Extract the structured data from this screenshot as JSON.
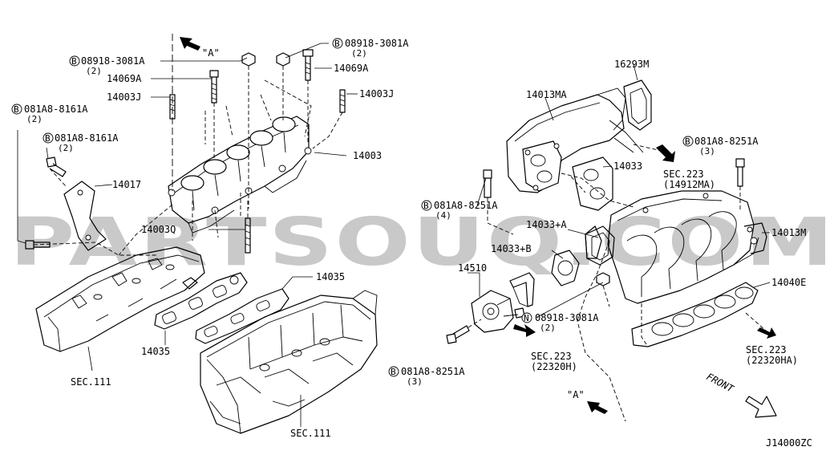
{
  "watermark": "PARTSOUQ.COM",
  "diagram_code": "J14000ZC",
  "view_marker": "\"A\"",
  "front_label": "FRONT",
  "callouts": {
    "b_08918_l": {
      "prefix": "B",
      "code": "08918-3081A",
      "qty": "(2)"
    },
    "p_14069A_l": "14069A",
    "p_14003J_l": "14003J",
    "b_081A8_8161A_1": {
      "prefix": "B",
      "code": "081A8-8161A",
      "qty": "(2)"
    },
    "b_081A8_8161A_2": {
      "prefix": "B",
      "code": "081A8-8161A",
      "qty": "(2)"
    },
    "p_14017": "14017",
    "b_08918_r": {
      "prefix": "B",
      "code": "08918-3081A",
      "qty": "(2)"
    },
    "p_14069A_r": "14069A",
    "p_14003J_r": "14003J",
    "p_14003": "14003",
    "p_14003Q": "14003Q",
    "p_14035_top": "14035",
    "p_14035_bot": "14035",
    "sec111_l": "SEC.111",
    "sec111_r": "SEC.111",
    "p_16293M": "16293M",
    "p_14013MA": "14013MA",
    "b_081A8_8251A_r": {
      "prefix": "B",
      "code": "081A8-8251A",
      "qty": "(3)"
    },
    "p_14033": "14033",
    "sec223_a": {
      "title": "SEC.223",
      "ref": "(14912MA)"
    },
    "b_081A8_8251A_l": {
      "prefix": "B",
      "code": "081A8-8251A",
      "qty": "(4)"
    },
    "p_14033A": "14033+A",
    "p_14033B": "14033+B",
    "p_14013M": "14013M",
    "p_14510": "14510",
    "p_14040E": "14040E",
    "n_08918": {
      "prefix": "N",
      "code": "08918-3081A",
      "qty": "(2)"
    },
    "b_081A8_8251A_b": {
      "prefix": "B",
      "code": "081A8-8251A",
      "qty": "(3)"
    },
    "sec223_b": {
      "title": "SEC.223",
      "ref": "(22320H)"
    },
    "sec223_c": {
      "title": "SEC.223",
      "ref": "(22320HA)"
    }
  }
}
